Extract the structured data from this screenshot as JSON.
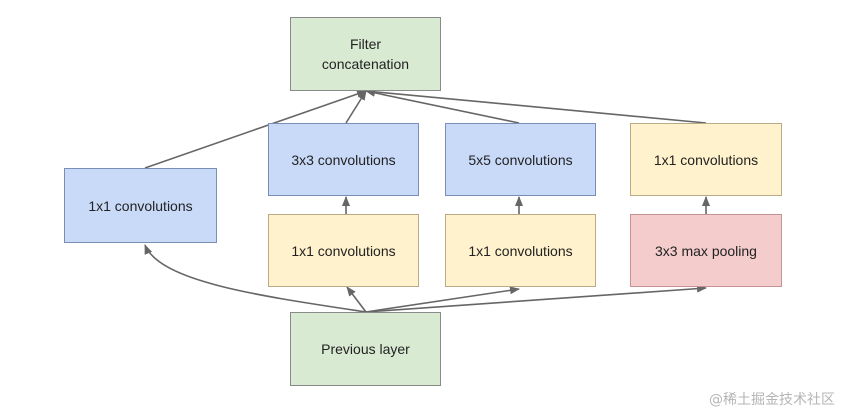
{
  "diagram": {
    "filter_concat": "Filter\nconcatenation",
    "conv1x1_left": "1x1 convolutions",
    "conv3x3": "3x3 convolutions",
    "conv5x5": "5x5 convolutions",
    "conv1x1_right_top": "1x1 convolutions",
    "conv1x1_before_3x3": "1x1 convolutions",
    "conv1x1_before_5x5": "1x1 convolutions",
    "maxpool3x3": "3x3 max pooling",
    "previous_layer": "Previous layer"
  },
  "watermark": "@稀土掘金技术社区",
  "colors": {
    "green": "#d9ead3",
    "blue": "#c9daf8",
    "yellow": "#fff2cc",
    "red": "#f4cccc",
    "arrow": "#666666"
  }
}
